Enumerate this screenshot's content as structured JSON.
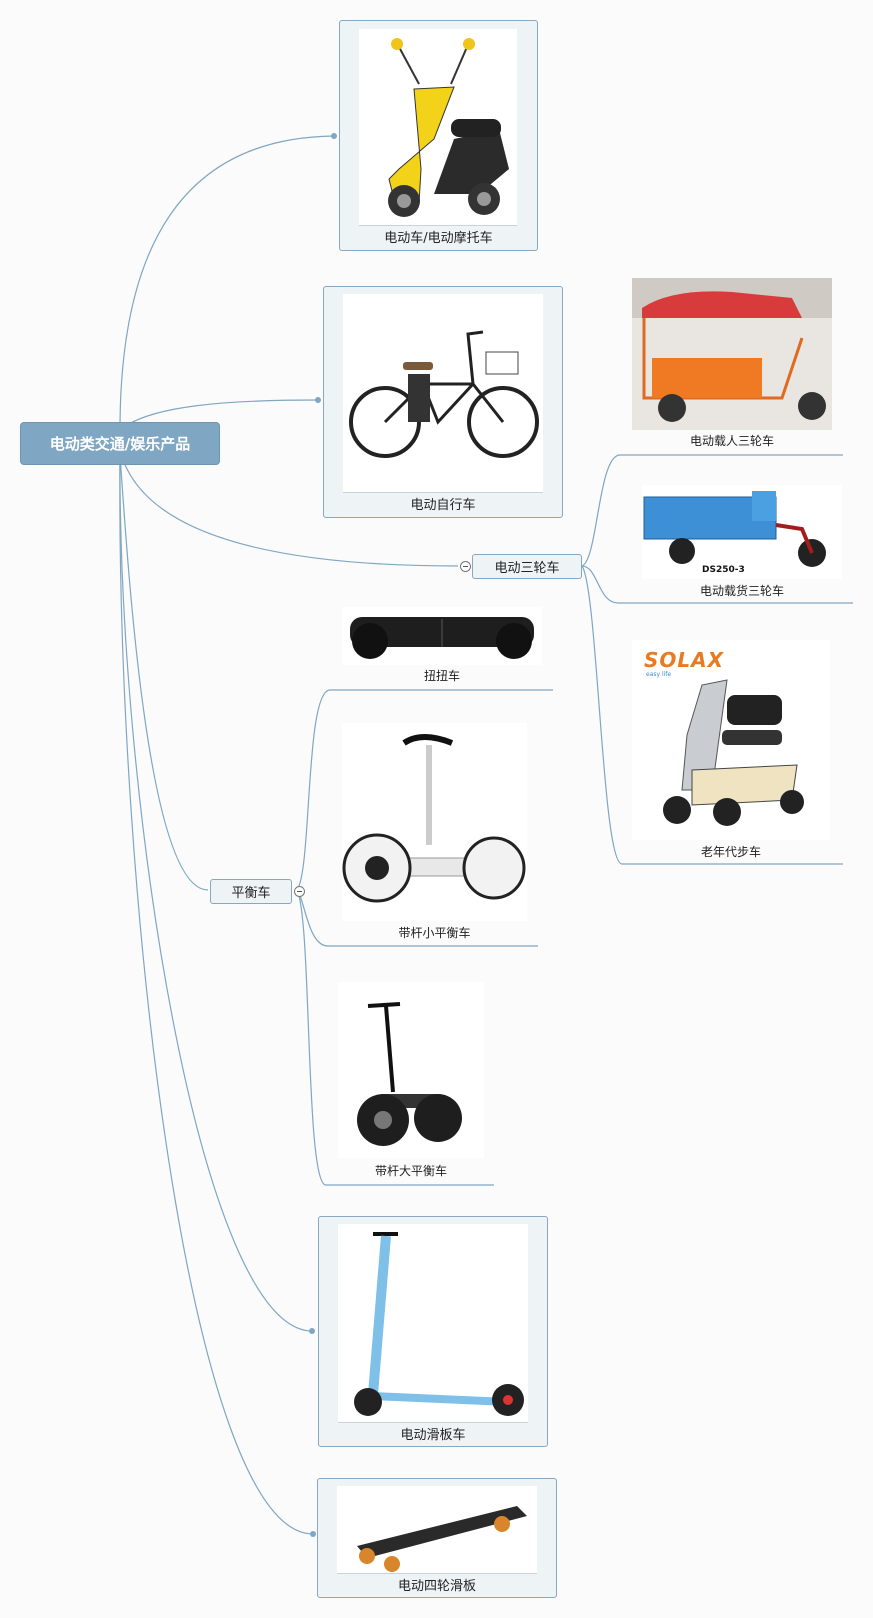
{
  "root": {
    "label": "电动类交通/娱乐产品"
  },
  "branches": {
    "scooter": {
      "label": "电动车/电动摩托车",
      "image": "yellow-electric-scooter"
    },
    "bicycle": {
      "label": "电动自行车",
      "image": "electric-bicycle"
    },
    "tricycle": {
      "label": "电动三轮车",
      "children": [
        {
          "label": "电动载人三轮车",
          "image": "orange-passenger-tricycle"
        },
        {
          "label": "电动载货三轮车",
          "image": "blue-cargo-tricycle",
          "image_text": "DS250-3"
        },
        {
          "label": "老年代步车",
          "image": "mobility-scooter",
          "image_text": "SOLAX",
          "image_subtext": "easy life"
        }
      ]
    },
    "balance": {
      "label": "平衡车",
      "children": [
        {
          "label": "扭扭车",
          "image": "hoverboard"
        },
        {
          "label": "带杆小平衡车",
          "image": "white-self-balancing-scooter"
        },
        {
          "label": "带杆大平衡车",
          "image": "black-self-balancing-scooter"
        }
      ]
    },
    "kick_scooter": {
      "label": "电动滑板车",
      "image": "electric-kick-scooter"
    },
    "skateboard": {
      "label": "电动四轮滑板",
      "image": "electric-skateboard"
    }
  },
  "colors": {
    "connector": "#7fa6c2",
    "root_fill": "#7fa6c2",
    "node_fill": "#eef3f6",
    "node_border": "#86a8c2"
  }
}
